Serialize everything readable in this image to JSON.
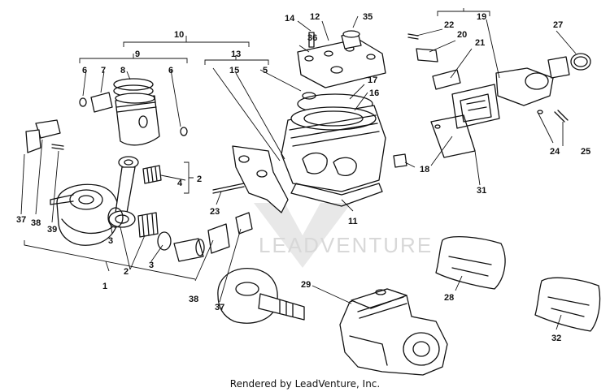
{
  "watermark": "LEADVENTURE",
  "footer": "Rendered by LeadVenture, Inc.",
  "callouts": [
    "1",
    "2",
    "3",
    "4",
    "5",
    "6",
    "7",
    "8",
    "9",
    "10",
    "11",
    "12",
    "13",
    "14",
    "15",
    "16",
    "17",
    "18",
    "19",
    "20",
    "21",
    "22",
    "23",
    "24",
    "25",
    "27",
    "28",
    "29",
    "31",
    "32",
    "35",
    "36",
    "37",
    "38",
    "39"
  ]
}
